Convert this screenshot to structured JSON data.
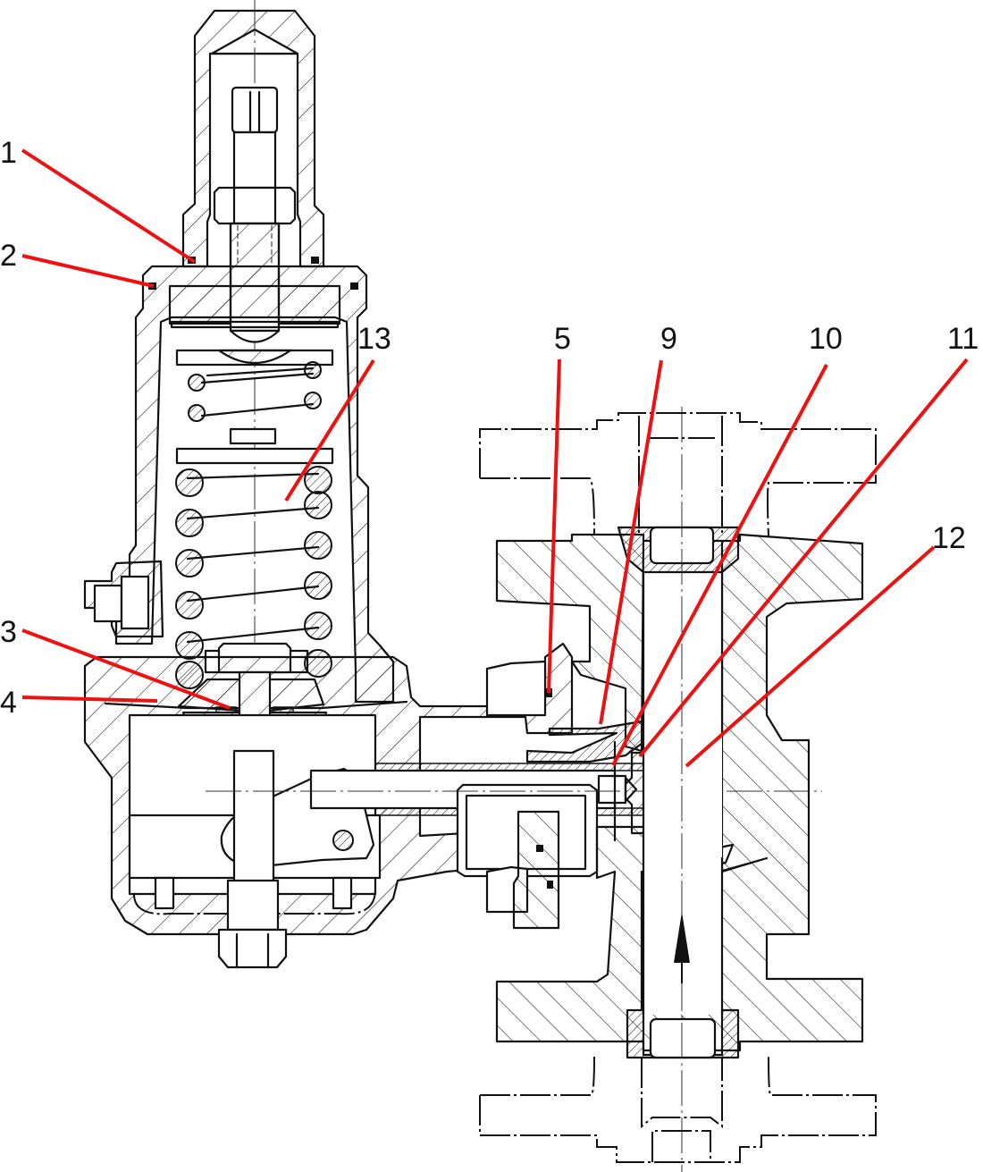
{
  "diagram": {
    "title": "Pressure regulating valve – sectional view",
    "accent_color": "#ee1111",
    "line_color": "#111111",
    "flow_direction": "up",
    "callouts": [
      {
        "id": "1",
        "text": "1",
        "part": "o-ring-cap-seal"
      },
      {
        "id": "2",
        "text": "2",
        "part": "o-ring-bonnet-seal"
      },
      {
        "id": "3",
        "text": "3",
        "part": "diaphragm-plate-seal"
      },
      {
        "id": "4",
        "text": "4",
        "part": "diaphragm"
      },
      {
        "id": "5",
        "text": "5",
        "part": "o-ring-body-seal"
      },
      {
        "id": "9",
        "text": "9",
        "part": "nozzle-guide"
      },
      {
        "id": "10",
        "text": "10",
        "part": "valve-stem-pin"
      },
      {
        "id": "11",
        "text": "11",
        "part": "valve-disc"
      },
      {
        "id": "12",
        "text": "12",
        "part": "valve-seat"
      },
      {
        "id": "13",
        "text": "13",
        "part": "main-spring"
      }
    ]
  }
}
